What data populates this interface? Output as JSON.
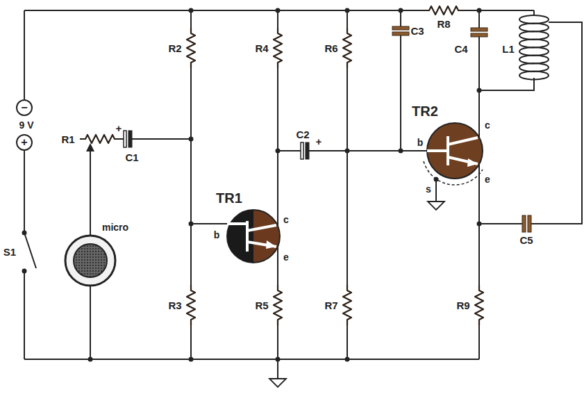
{
  "diagram": {
    "labels": [
      "−",
      "9 V",
      "+",
      "S1",
      "R1",
      "+",
      "C1",
      "micro",
      "R2",
      "R3",
      "TR1",
      "b",
      "c",
      "e",
      "R4",
      "R5",
      "C2",
      "+",
      "R6",
      "R7",
      "C3",
      "R8",
      "C4",
      "L1",
      "TR2",
      "b",
      "c",
      "e",
      "s",
      "C5",
      "R9"
    ]
  }
}
